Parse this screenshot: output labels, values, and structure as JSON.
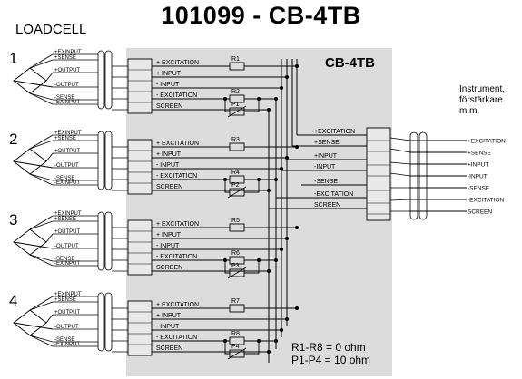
{
  "header": {
    "title": "101099  -  CB-4TB",
    "left_label": "LOADCELL"
  },
  "board": {
    "label": "CB-4TB",
    "notes": [
      "R1-R8 = 0 ohm",
      "P1-P4 = 10 ohm"
    ]
  },
  "instrument": {
    "label_lines": [
      "Instrument,",
      "förstärkare",
      "m.m."
    ],
    "signals": [
      "+EXCITATION",
      "+SENSE",
      "+INPUT",
      "-INPUT",
      "-SENSE",
      "-EXCITATION",
      "SCREEN"
    ]
  },
  "board_outputs": [
    "+EXCITATION",
    "+SENSE",
    "+INPUT",
    "-INPUT",
    "-SENSE",
    "-EXCITATION",
    "SCREEN"
  ],
  "loadcells": [
    {
      "number": "1",
      "wires": [
        "+EXINPUT",
        "+SENSE",
        "+OUTPUT",
        "-OUTPUT",
        "-SENSE",
        "-EXINPUT"
      ],
      "terminals": [
        "+ EXCITATION",
        "+ INPUT",
        "- INPUT",
        "- EXCITATION",
        "SCREEN"
      ],
      "resistors": [
        "R1",
        "R2"
      ],
      "pot": "P1"
    },
    {
      "number": "2",
      "wires": [
        "+EXINPUT",
        "+SENSE",
        "+OUTPUT",
        "-OUTPUT",
        "-SENSE",
        "-EXINPUT"
      ],
      "terminals": [
        "+ EXCITATION",
        "+ INPUT",
        "- INPUT",
        "- EXCITATION",
        "SCREEN"
      ],
      "resistors": [
        "R3",
        "R4"
      ],
      "pot": "P2"
    },
    {
      "number": "3",
      "wires": [
        "+EXINPUT",
        "+SENSE",
        "+OUTPUT",
        "-OUTPUT",
        "-SENSE",
        "-EXINPUT"
      ],
      "terminals": [
        "+ EXCITATION",
        "+ INPUT",
        "- INPUT",
        "- EXCITATION",
        "SCREEN"
      ],
      "resistors": [
        "R5",
        "R6"
      ],
      "pot": "P3"
    },
    {
      "number": "4",
      "wires": [
        "+EXINPUT",
        "+SENSE",
        "+OUTPUT",
        "-OUTPUT",
        "-SENSE",
        "-EXINPUT"
      ],
      "terminals": [
        "+ EXCITATION",
        "+ INPUT",
        "- INPUT",
        "- EXCITATION",
        "SCREEN"
      ],
      "resistors": [
        "R7",
        "R8"
      ],
      "pot": "P4"
    }
  ]
}
